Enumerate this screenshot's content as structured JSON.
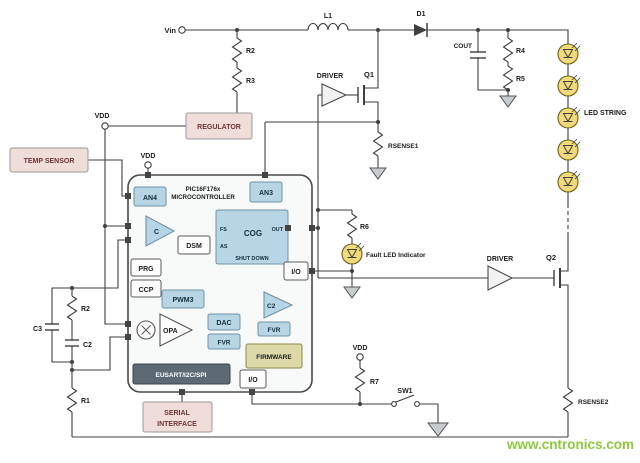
{
  "diagram": {
    "watermark": "www.cntronics.com",
    "labels": {
      "vin": "Vin",
      "vdd": "VDD",
      "l1": "L1",
      "d1": "D1",
      "r2_top": "R2",
      "r3": "R3",
      "r4": "R4",
      "r5": "R5",
      "cout": "COUT",
      "led_string": "LED STRING",
      "driver": "DRIVER",
      "q1": "Q1",
      "q2": "Q2",
      "rsense1": "RSENSE1",
      "rsense2": "RSENSE2",
      "r6": "R6",
      "r7": "R7",
      "sw1": "SW1",
      "fault_led": "Fault LED Indicator",
      "r2_left": "R2",
      "c3": "C3",
      "c2_left": "C2",
      "r1": "R1"
    },
    "blocks": {
      "regulator": "REGULATOR",
      "temp_sensor": "TEMP SENSOR",
      "serial_line1": "SERIAL",
      "serial_line2": "INTERFACE"
    },
    "mcu": {
      "title_line1": "PIC16F176x",
      "title_line2": "MICROCONTROLLER",
      "an4": "AN4",
      "an3": "AN3",
      "comp": "C",
      "comp2": "C2",
      "dsm": "DSM",
      "cog": "COG",
      "cog_fs": "FS",
      "cog_as": "AS",
      "cog_out": "OUT",
      "cog_shutdown": "SHUT DOWN",
      "prg": "PRG",
      "ccp": "CCP",
      "pwm3": "PWM3",
      "opa": "OPA",
      "dac": "DAC",
      "fvr": "FVR",
      "io": "I/O",
      "firmware": "FIRMWARE",
      "eusart": "EUSART/I2C/SPI"
    },
    "colors": {
      "wire": "#3f3f3f",
      "block_blue": "#b7d5e5",
      "block_pink": "#f0dcd9",
      "block_khaki": "#ded9a8",
      "block_dark": "#5d6a74",
      "led_yellow": "#f0da79",
      "watermark_green": "#8fc73e"
    }
  }
}
